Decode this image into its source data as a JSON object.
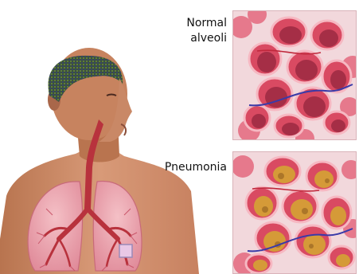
{
  "labels": {
    "normal_line1": "Normal",
    "normal_line2": "alveoli",
    "pneumonia": "Pneumonia"
  },
  "colors": {
    "skin": "#c98866",
    "skin_shadow": "#a8694b",
    "hair": "#3f5a3a",
    "lung": "#e7a1ad",
    "airway": "#b8323d",
    "alveolus_wall": "#d9455d",
    "alveolus_inner": "#b8394f",
    "pus": "#d59a38",
    "panel_bg": "#f2d8dc"
  },
  "icons": {
    "figure": "human-torso-with-lungs-illustration",
    "normal_panel": "normal-alveoli-illustration",
    "pneumonia_panel": "pneumonia-alveoli-illustration"
  }
}
